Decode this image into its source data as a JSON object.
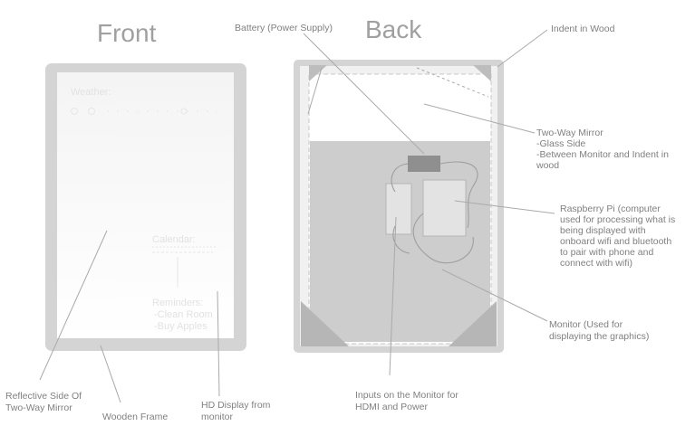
{
  "front": {
    "title": "Front",
    "screen": {
      "weather_label": "Weather:",
      "calendar_label": "Calendar:",
      "reminders_label": "Reminders:",
      "reminder_items": [
        "-Clean Room",
        "-Buy Apples"
      ]
    }
  },
  "back": {
    "title": "Back"
  },
  "labels": {
    "battery": "Battery (Power Supply)",
    "indent": "Indent in Wood",
    "two_way_mirror": [
      "Two-Way Mirror",
      "-Glass Side",
      "-Between Monitor and Indent in",
      "wood"
    ],
    "raspberry_pi": [
      "Raspberry Pi (computer",
      "used for processing what is",
      "being displayed with",
      "onboard wifi and bluetooth",
      "to pair with phone and",
      "connect with wifi)"
    ],
    "monitor": [
      "Monitor (Used for",
      "displaying the graphics)"
    ],
    "inputs": [
      "Inputs on the Monitor for",
      "HDMI and Power"
    ],
    "hd_display": [
      "HD Display from",
      "monitor"
    ],
    "wooden_frame": "Wooden Frame",
    "reflective_side": [
      "Reflective Side Of",
      "Two-Way Mirror"
    ]
  },
  "colors": {
    "frame": "#d4d4d4",
    "monitor": "#cdcdcd",
    "leader_line": "#aaaaaa",
    "text": "#808080"
  }
}
